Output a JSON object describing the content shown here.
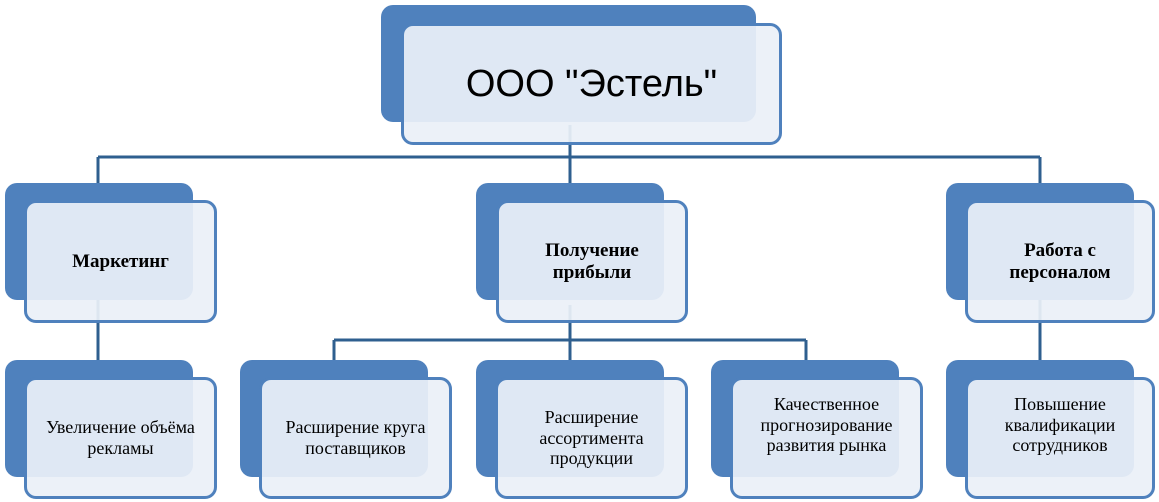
{
  "colors": {
    "accent": "#4f81bd",
    "connector": "#2f5f8f",
    "box_fill": "#ebf0f8"
  },
  "root": {
    "label": "ООО \"Эстель\""
  },
  "level1": [
    {
      "label": "Маркетинг"
    },
    {
      "label": "Получение прибыли"
    },
    {
      "label": "Работа с персоналом"
    }
  ],
  "level2": [
    {
      "label": "Увеличение объёма рекламы",
      "parent": 0
    },
    {
      "label": "Расширение круга поставщиков",
      "parent": 1
    },
    {
      "label": "Расширение ассортимента продукции",
      "parent": 1
    },
    {
      "label": "Качественное прогнозирование развития рынка",
      "parent": 1
    },
    {
      "label": "Повышение квалификации сотрудников",
      "parent": 2
    }
  ]
}
